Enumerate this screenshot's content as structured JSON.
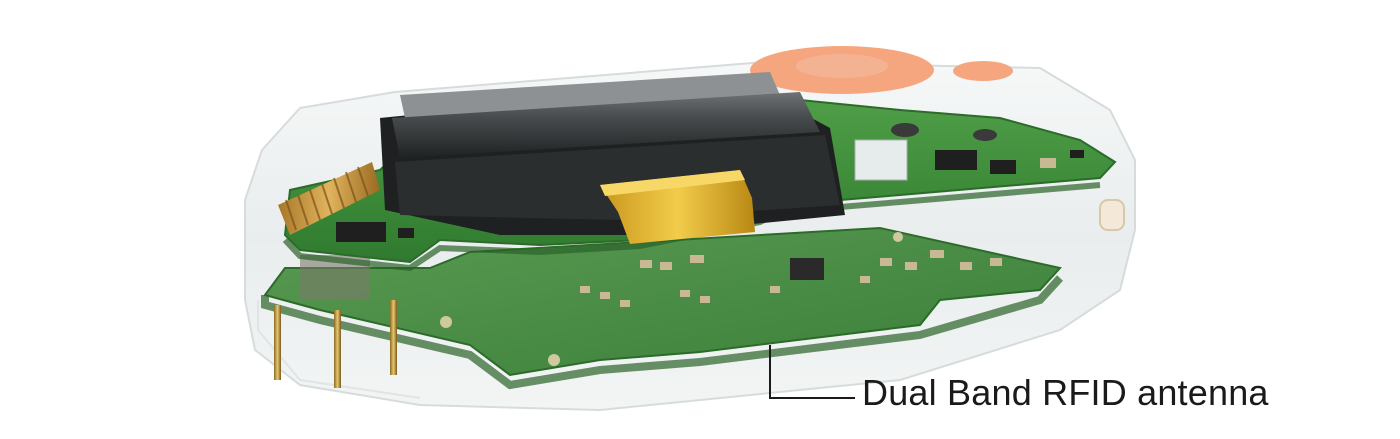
{
  "callout": {
    "label": "Dual Band RFID antenna"
  },
  "colors": {
    "shell": "#eef1f1",
    "pcb": "#3f8f3a",
    "pcb_dark": "#2c6b2a",
    "screen": "#2a2d2e",
    "gold": "#e2b530",
    "button": "#f5a07a",
    "callout_line": "#1a1a1a"
  },
  "icons": [
    "transparent-shell",
    "lcd-screen",
    "helical-coil-antenna",
    "gold-shield-clip",
    "nav-button",
    "pin-header"
  ]
}
